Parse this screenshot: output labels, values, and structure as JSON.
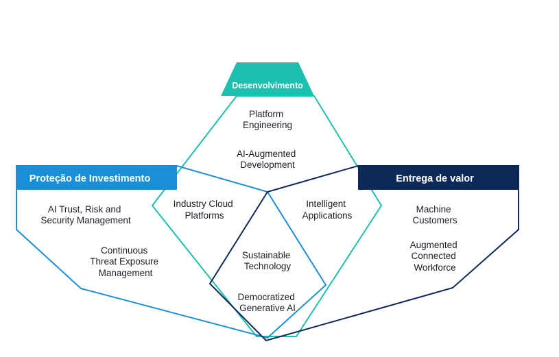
{
  "sections": {
    "development": {
      "title": "Desenvolvimento",
      "items": [
        [
          "Platform",
          "Engineering"
        ],
        [
          "AI-Augmented",
          "Development"
        ]
      ]
    },
    "investment": {
      "title": "Proteção de Investimento",
      "items": [
        [
          "AI Trust, Risk and",
          "Security Management"
        ],
        [
          "Continuous",
          "Threat Exposure",
          "Management"
        ]
      ]
    },
    "value": {
      "title": "Entrega de valor",
      "items": [
        [
          "Machine",
          "Customers"
        ],
        [
          "Augmented",
          "Connected",
          "Workforce"
        ]
      ]
    },
    "overlap_dev_investment": {
      "lines": [
        "Industry Cloud",
        "Platforms"
      ]
    },
    "overlap_dev_value": {
      "lines": [
        "Intelligent",
        "Applications"
      ]
    },
    "center": {
      "items": [
        [
          "Sustainable",
          "Technology"
        ],
        [
          "Democratized",
          "Generative AI"
        ]
      ]
    }
  },
  "colors": {
    "teal": "#1dbfae",
    "blue": "#1a8fd6",
    "navy": "#0d2957",
    "text": "#1c1f2a",
    "header_text": "#ffffff"
  }
}
